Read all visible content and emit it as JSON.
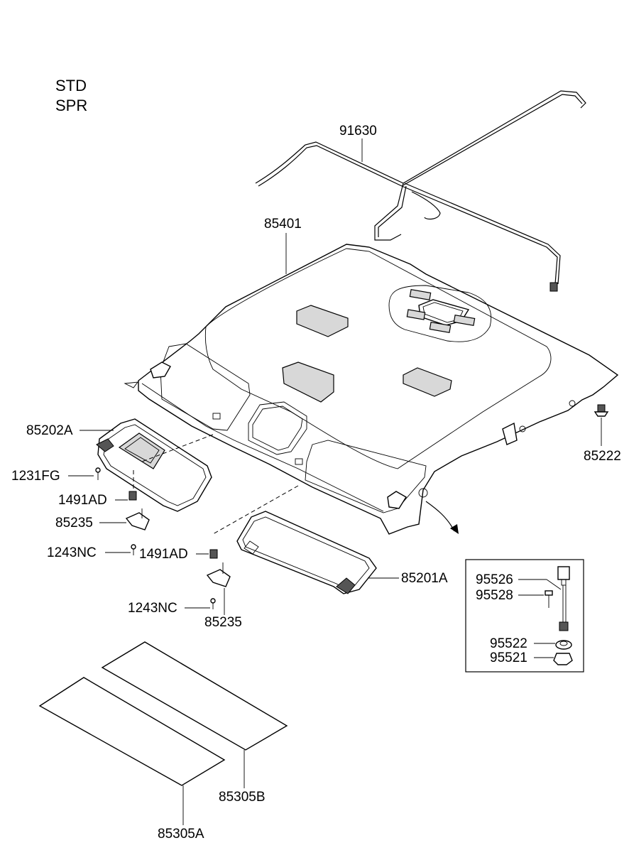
{
  "header": {
    "line1": "STD",
    "line2": "SPR"
  },
  "labels": {
    "p91630": "91630",
    "p85401": "85401",
    "p85202A": "85202A",
    "p1231FG": "1231FG",
    "p1491AD_left": "1491AD",
    "p85235_left": "85235",
    "p1243NC_left": "1243NC",
    "p1491AD_mid": "1491AD",
    "p85201A": "85201A",
    "p1243NC_bottom": "1243NC",
    "p85235_bottom": "85235",
    "p85222": "85222",
    "p95526": "95526",
    "p95528": "95528",
    "p95522": "95522",
    "p95521": "95521",
    "p85305B": "85305B",
    "p85305A": "85305A"
  }
}
